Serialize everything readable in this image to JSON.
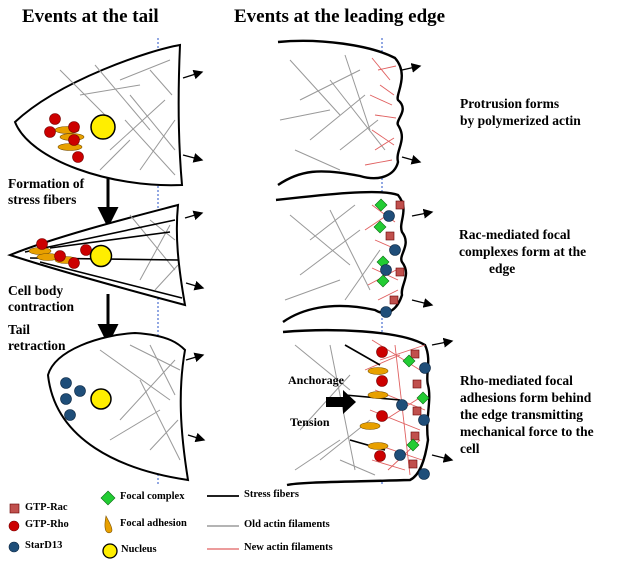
{
  "headers": {
    "tail": "Events at the tail",
    "leading": "Events at the leading edge"
  },
  "step_labels": {
    "formation": [
      "Formation of",
      "stress fibers"
    ],
    "contraction": [
      "Cell body",
      "contraction"
    ],
    "retraction": [
      "Tail",
      "retraction"
    ]
  },
  "captions": {
    "protrusion": [
      "Protrusion forms",
      "by polymerized actin"
    ],
    "rac": [
      "Rac-mediated focal",
      "complexes form at the",
      "edge"
    ],
    "rho": [
      "Rho-mediated focal",
      "adhesions form behind",
      "the edge transmitting",
      "mechanical force to the",
      "cell"
    ]
  },
  "force_labels": {
    "anchorage": "Anchorage",
    "tension": "Tension"
  },
  "legend": {
    "gtp_rac": "GTP-Rac",
    "gtp_rho": "GTP-Rho",
    "stard13": "StarD13",
    "focal_complex": "Focal complex",
    "focal_adhesion": "Focal adhesion",
    "nucleus": "Nucleus",
    "stress_fibers": "Stress fibers",
    "old_actin": "Old actin filaments",
    "new_actin": "New actin filaments"
  },
  "colors": {
    "gtp_rac": "#c0504d",
    "gtp_rho": "#cc0000",
    "stard13": "#1f4e79",
    "focal_complex": "#22cc33",
    "focal_adhesion": "#e8a000",
    "nucleus": "#ffee00",
    "stress_fibers": "#000000",
    "old_actin": "#888888",
    "new_actin": "#e06060",
    "midline": "#4a6fd0"
  }
}
